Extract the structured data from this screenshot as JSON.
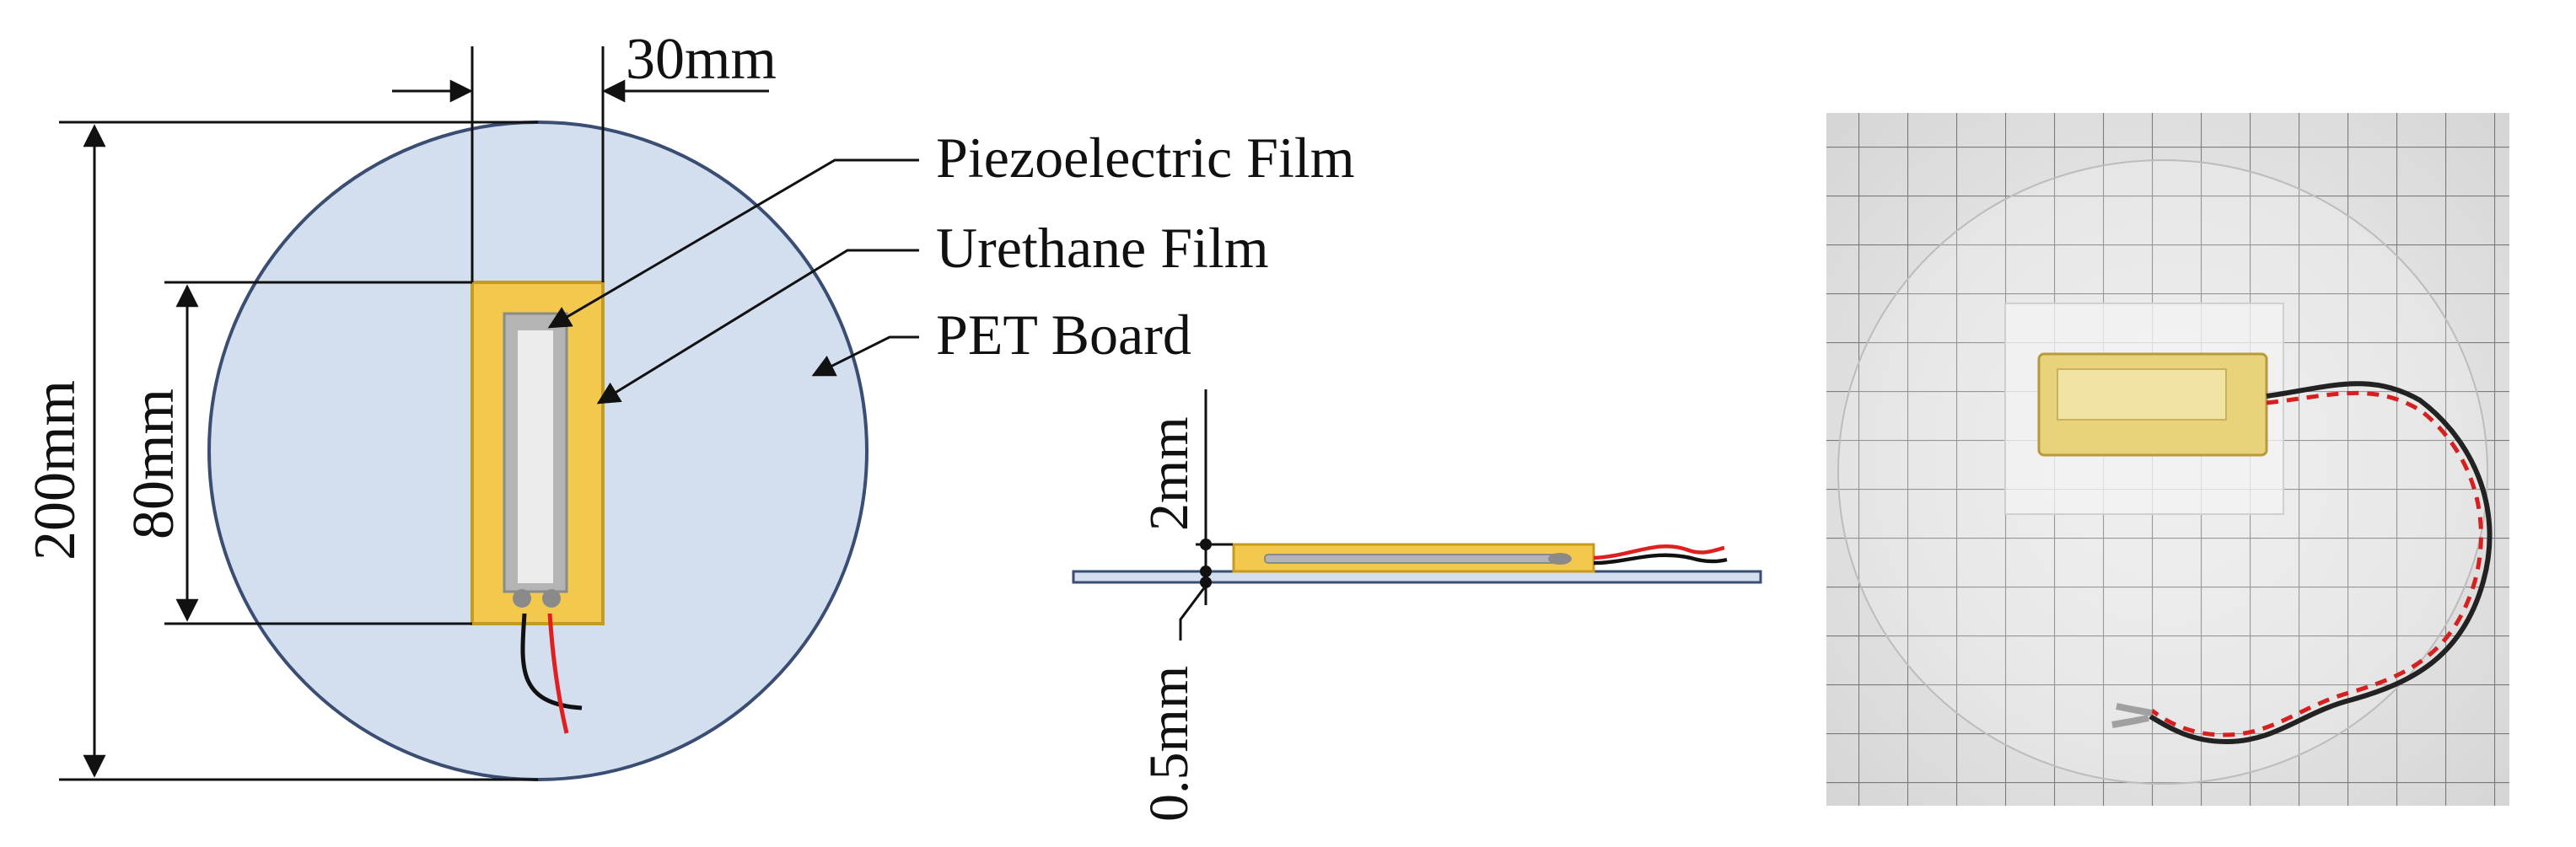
{
  "top_view": {
    "width_dimension": "30mm",
    "height_dimension": "80mm",
    "diameter_dimension": "200mm"
  },
  "callouts": [
    {
      "label": "Piezoelectric Film"
    },
    {
      "label": "Urethane Film"
    },
    {
      "label": "PET Board"
    }
  ],
  "side_view": {
    "sensor_thickness": "2mm",
    "board_thickness": "0.5mm"
  },
  "colors": {
    "pet_board_fill": "#d3deee",
    "pet_board_stroke": "#3a4d72",
    "urethane_fill": "#f2c94c",
    "urethane_stroke": "#c59b22",
    "piezo_fill": "#c8c8c8",
    "wire_black": "#111111",
    "wire_red": "#e02020"
  }
}
